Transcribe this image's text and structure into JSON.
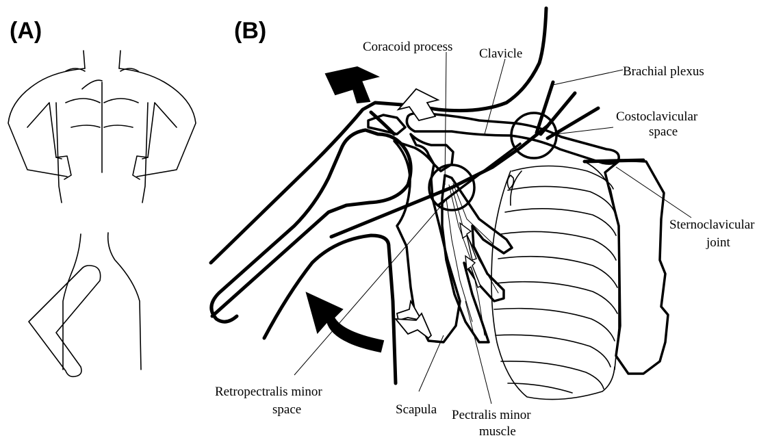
{
  "panels": {
    "a": "(A)",
    "b": "(B)"
  },
  "labels": {
    "coracoid_process": "Coracoid process",
    "clavicle": "Clavicle",
    "brachial_plexus": "Brachial plexus",
    "costoclavicular_space_1": "Costoclavicular",
    "costoclavicular_space_2": "space",
    "sternoclavicular_joint_1": "Sternoclavicular",
    "sternoclavicular_joint_2": "joint",
    "retropectralis_minor_space_1": "Retropectralis minor",
    "retropectralis_minor_space_2": "space",
    "scapula": "Scapula",
    "pectralis_minor_muscle_1": "Pectralis minor",
    "pectralis_minor_muscle_2": "muscle"
  }
}
